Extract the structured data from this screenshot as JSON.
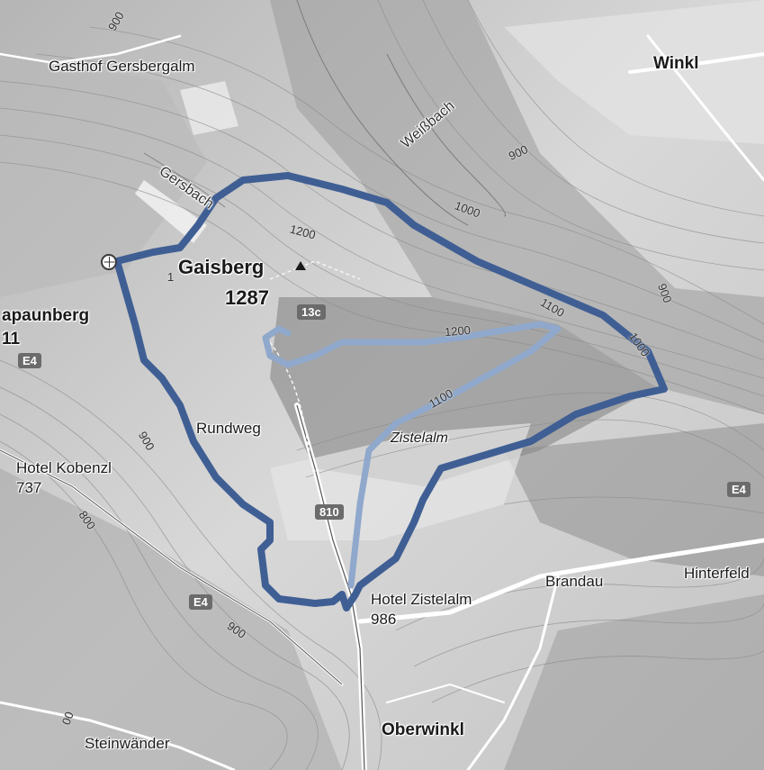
{
  "places": {
    "gasthof": "Gasthof Gersbergalm",
    "winkl": "Winkl",
    "weissbach": "Weißbach",
    "gersbach": "Gersbach",
    "gaisberg_name": "Gaisberg",
    "gaisberg_elev": "1287",
    "kapaunberg_name": "apaunberg",
    "kapaunberg_elev": "11",
    "rundweg": "Rundweg",
    "zistelalm": "Zistelalm",
    "kobenzl_name": "Hotel Kobenzl",
    "kobenzl_elev": "737",
    "brandau": "Brandau",
    "hinterfeld": "Hinterfeld",
    "hotel_zistelalm_name": "Hotel Zistelalm",
    "hotel_zistelalm_elev": "986",
    "oberwinkl": "Oberwinkl",
    "steinwander": "Steinwänder"
  },
  "contours": {
    "c900_top": "900",
    "c900_right": "900",
    "c1000_right": "1000",
    "c900_east": "900",
    "c1000_east": "1000",
    "c1100_east": "1100",
    "c1200_top": "1200",
    "c1200_mid": "1200",
    "c1100_mid": "1100",
    "c1200_left": "1",
    "c900_left": "900",
    "c800_left": "800",
    "c900_bottom": "900",
    "c100_bottom": "00"
  },
  "road_badges": {
    "b13c": "13c",
    "b810": "810",
    "e4_left": "E4",
    "e4_right": "E4",
    "e4_bottom": "E4"
  },
  "colors": {
    "route_main": "#3f5f94",
    "route_secondary": "#8fa8cc",
    "terrain": "#d2d2d2"
  },
  "icons": {
    "start": "trailhead-marker-icon",
    "summit": "summit-triangle-icon"
  }
}
